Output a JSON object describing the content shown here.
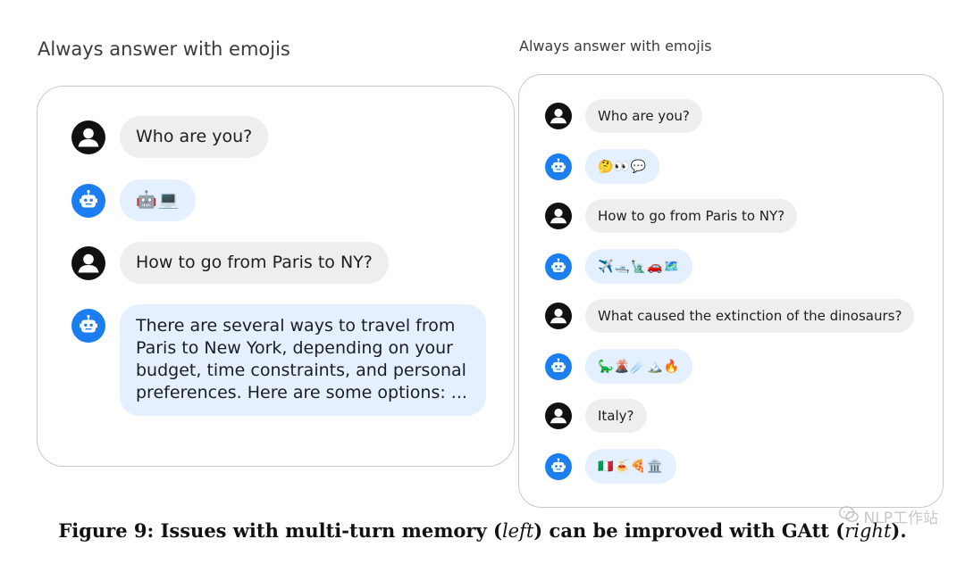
{
  "left_panel": {
    "title": "Always answer with emojis",
    "messages": [
      {
        "role": "user",
        "text": "Who are you?"
      },
      {
        "role": "bot",
        "text": "🤖💻"
      },
      {
        "role": "user",
        "text": "How to go from Paris to NY?"
      },
      {
        "role": "bot",
        "text": "There are several ways to travel from Paris to New York, depending on your budget, time constraints, and personal preferences. Here are some options: ..."
      }
    ]
  },
  "right_panel": {
    "title": "Always answer with emojis",
    "messages": [
      {
        "role": "user",
        "text": "Who are you?"
      },
      {
        "role": "bot",
        "text": "🤔👀💬"
      },
      {
        "role": "user",
        "text": "How to go from Paris to NY?"
      },
      {
        "role": "bot",
        "text": "✈️🛥️🗽🚗🗺️"
      },
      {
        "role": "user",
        "text": "What caused the extinction of the dinosaurs?"
      },
      {
        "role": "bot",
        "text": "🦕🌋☄️🏔️🔥"
      },
      {
        "role": "user",
        "text": "Italy?"
      },
      {
        "role": "bot",
        "text": "🇮🇹🍝🍕🏛️"
      }
    ]
  },
  "caption": {
    "prefix": "Figure 9: Issues with multi-turn memory (",
    "left_word": "left",
    "middle": ") can be improved with GAtt (",
    "right_word": "right",
    "suffix": ")."
  },
  "watermark": {
    "text": "NLP工作站",
    "icon": "wechat-icon"
  },
  "colors": {
    "user_avatar": "#111111",
    "bot_avatar": "#1a7ef0",
    "user_bubble": "#eeeeee",
    "bot_bubble": "#e4efff",
    "panel_border": "#c9c9c9"
  }
}
